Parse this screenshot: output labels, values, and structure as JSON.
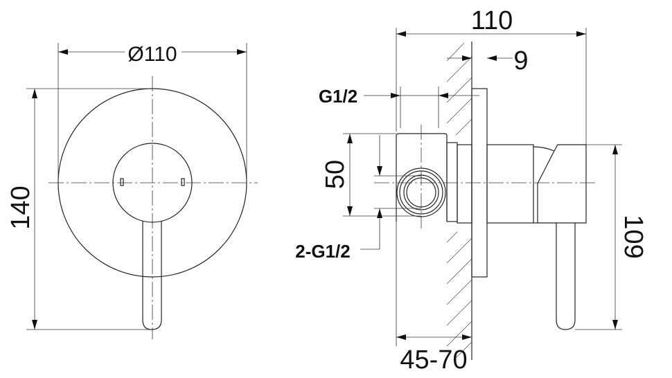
{
  "front_view": {
    "diameter_label": "Ø110",
    "height_label": "140"
  },
  "side_view": {
    "depth_label": "110",
    "plate_label": "9",
    "inlet_label": "G1/2",
    "spacing_label": "50",
    "outlet_label": "2-G1/2",
    "handle_height_label": "109",
    "wall_depth_label": "45-70"
  }
}
